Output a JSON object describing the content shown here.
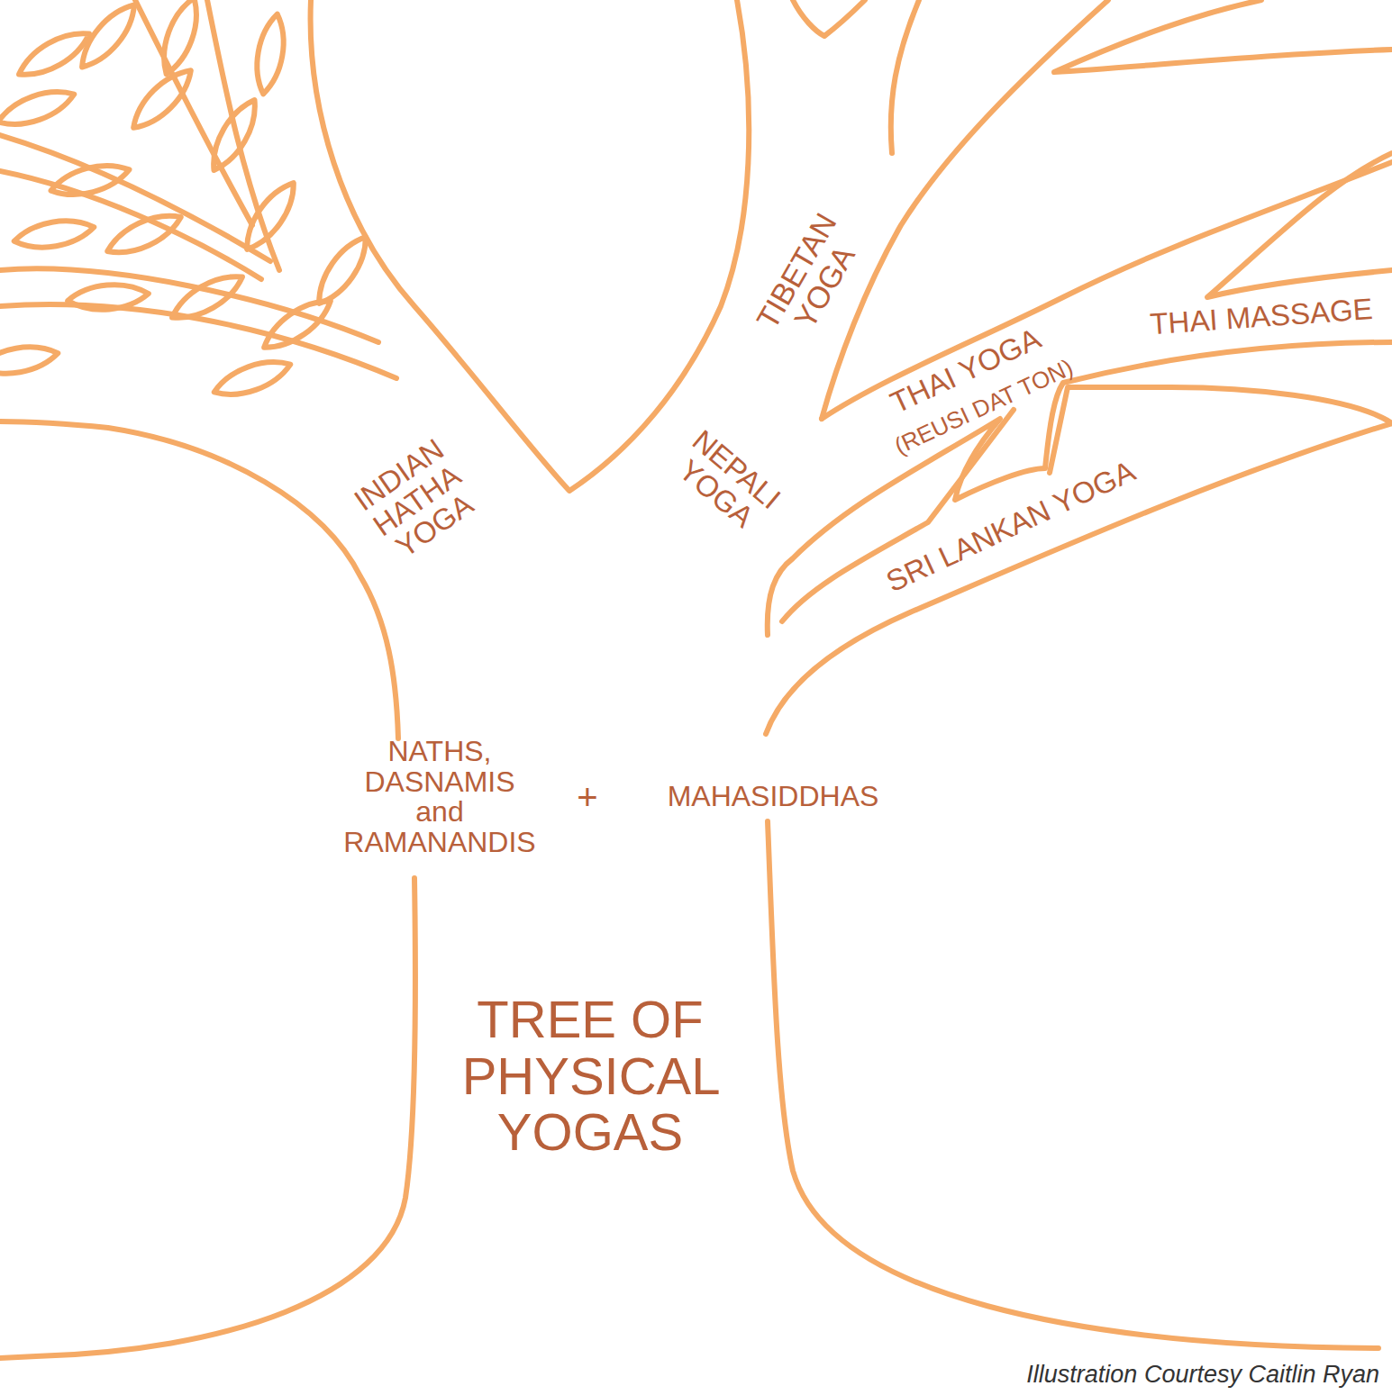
{
  "diagram": {
    "title": "TREE OF PHYSICAL YOGAS",
    "caption": "Illustration Courtesy Caitlin Ryan",
    "labels": [
      "TIBETAN YOGA",
      "THAI MASSAGE",
      "THAI YOGA",
      "(REUSI DAT TON)",
      "INDIAN HATHA YOGA",
      "NEPALI YOGA",
      "SRI LANKAN YOGA",
      "NATHS, DASNAMIS and RAMANANDIS",
      "+",
      "MAHASIDDHAS"
    ]
  }
}
